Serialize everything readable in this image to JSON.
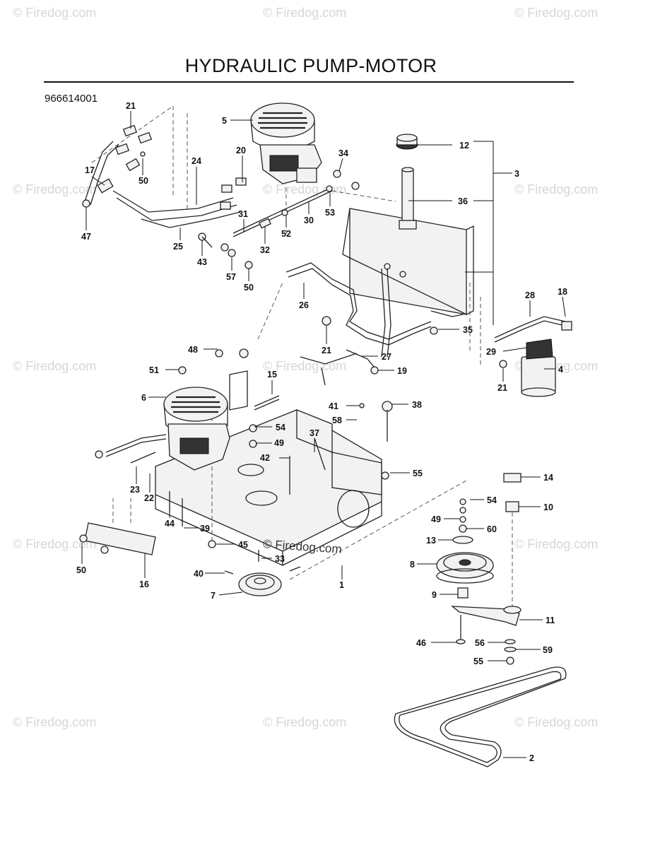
{
  "header": {
    "title": "HYDRAULIC PUMP-MOTOR",
    "part_number": "966614001"
  },
  "watermarks": {
    "text": "© Firedog.com",
    "overlay": "© Firedog.com"
  },
  "callouts": {
    "c21a": "21",
    "c17": "17",
    "c47": "47",
    "c50a": "50",
    "c5": "5",
    "c20": "20",
    "c24": "24",
    "c25": "25",
    "c34": "34",
    "c53": "53",
    "c30": "30",
    "c31": "31",
    "c52": "52",
    "c32": "32",
    "c43": "43",
    "c57": "57",
    "c50b": "50",
    "c12": "12",
    "c3": "3",
    "c36": "36",
    "c26": "26",
    "c28": "28",
    "c18": "18",
    "c35": "35",
    "c21b": "21",
    "c27": "27",
    "c29": "29",
    "c4": "4",
    "c19": "19",
    "c21c": "21",
    "c48": "48",
    "c51": "51",
    "c6": "6",
    "c15": "15",
    "c41": "41",
    "c38": "38",
    "c58": "58",
    "c54a": "54",
    "c37": "37",
    "c49a": "49",
    "c42": "42",
    "c55a": "55",
    "c23": "23",
    "c22": "22",
    "c44": "44",
    "c39": "39",
    "c45": "45",
    "c50c": "50",
    "c16": "16",
    "c40": "40",
    "c33": "33",
    "c7": "7",
    "c1": "1",
    "c14": "14",
    "c54b": "54",
    "c10": "10",
    "c49b": "49",
    "c60": "60",
    "c13": "13",
    "c8": "8",
    "c9": "9",
    "c11": "11",
    "c46": "46",
    "c56": "56",
    "c59": "59",
    "c55b": "55",
    "c2": "2"
  }
}
